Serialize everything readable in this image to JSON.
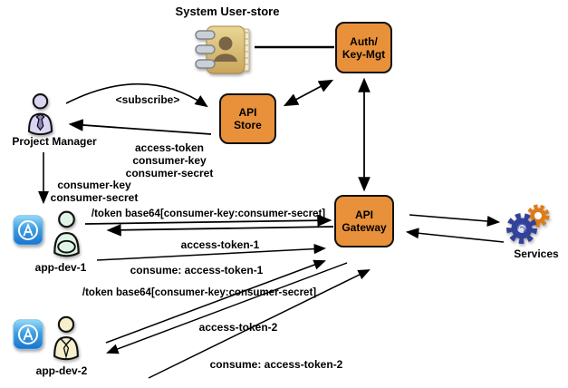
{
  "nodes": {
    "system_user_store": {
      "label": "System User-store",
      "icon": "address-book-icon"
    },
    "auth_key_mgt": {
      "line1": "Auth/",
      "line2": "Key-Mgt"
    },
    "api_store": {
      "line1": "API",
      "line2": "Store"
    },
    "api_gateway": {
      "line1": "API",
      "line2": "Gateway"
    },
    "project_manager": {
      "label": "Project Manager",
      "icon": "person-icon"
    },
    "app_dev_1": {
      "label": "app-dev-1",
      "icon": "app-store-icon + person-icon"
    },
    "app_dev_2": {
      "label": "app-dev-2",
      "icon": "app-store-icon + person-icon"
    },
    "services": {
      "label": "Services",
      "icon": "gears-icon"
    }
  },
  "edge_labels": {
    "subscribe": "<subscribe>",
    "store_response": [
      "access-token",
      "consumer-key",
      "consumer-secret"
    ],
    "pm_handoff": [
      "consumer-key",
      "consumer-secret"
    ],
    "token_request_1": "/token base64[consumer-key:consumer-secret]",
    "access_token_1": "access-token-1",
    "consume_1": "consume: access-token-1",
    "token_request_2": "/token base64[consumer-key:consumer-secret]",
    "access_token_2": "access-token-2",
    "consume_2": "consume: access-token-2"
  },
  "colors": {
    "node_fill": "#E8913A",
    "node_border": "#111111",
    "arrow": "#000000",
    "book_tan": "#D9BC72",
    "book_person": "#7B6547",
    "person_pm": "#DAD5F3",
    "person_dev1": "#DFF4E7",
    "person_dev2": "#F6EFCB",
    "app_icon_blue": "#2E86D4",
    "gear_blue": "#32429B",
    "gear_orange": "#DE7B16"
  }
}
